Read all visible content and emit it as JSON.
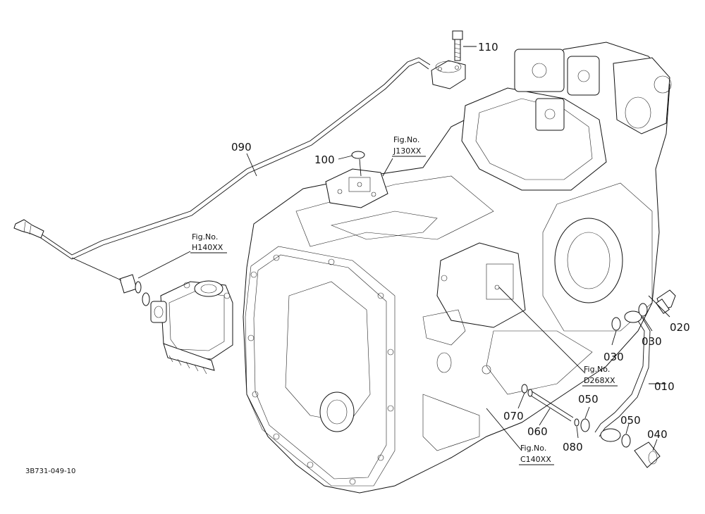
{
  "callouts": {
    "c110": "110",
    "c090": "090",
    "c100": "100",
    "c020": "020",
    "c030a": "030",
    "c030b": "030",
    "c010": "010",
    "c050a": "050",
    "c050b": "050",
    "c070": "070",
    "c060": "060",
    "c080": "080",
    "c040": "040"
  },
  "references": {
    "j130": {
      "prefix": "Fig.No.",
      "code": "J130XX"
    },
    "h140": {
      "prefix": "Fig.No.",
      "code": "H140XX"
    },
    "d268": {
      "prefix": "Fig.No.",
      "code": "D268XX"
    },
    "c140": {
      "prefix": "Fig.No.",
      "code": "C140XX"
    }
  },
  "footer_code": "3B731-049-10"
}
